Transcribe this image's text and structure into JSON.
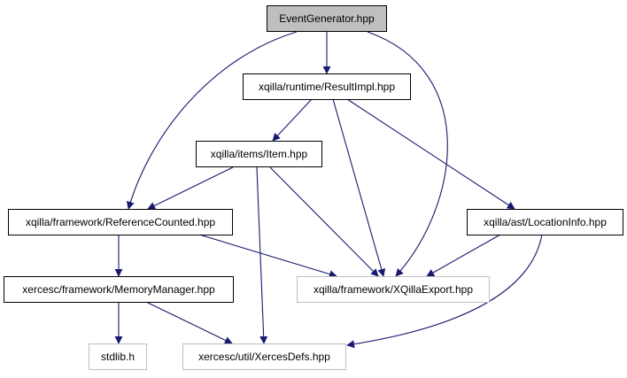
{
  "graph": {
    "nodes": {
      "event_generator": "EventGenerator.hpp",
      "result_impl": "xqilla/runtime/ResultImpl.hpp",
      "item": "xqilla/items/Item.hpp",
      "reference_counted": "xqilla/framework/ReferenceCounted.hpp",
      "location_info": "xqilla/ast/LocationInfo.hpp",
      "memory_manager": "xercesc/framework/MemoryManager.hpp",
      "xqilla_export": "xqilla/framework/XQillaExport.hpp",
      "stdlib": "stdlib.h",
      "xerces_defs": "xercesc/util/XercesDefs.hpp"
    },
    "edge_color": "#191970",
    "root_fill": "#bfbfbf",
    "external_border": "#bfbfbf"
  }
}
